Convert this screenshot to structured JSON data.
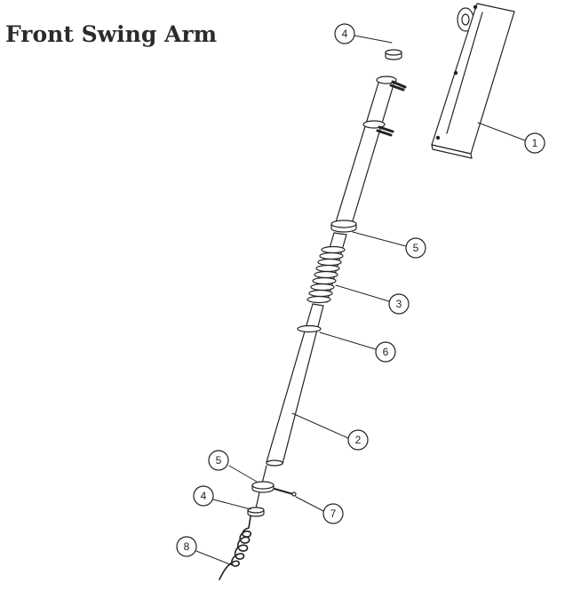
{
  "title": "Front Swing Arm",
  "callouts": [
    "1",
    "2",
    "3",
    "4",
    "5",
    "5",
    "6",
    "7",
    "4",
    "8"
  ]
}
